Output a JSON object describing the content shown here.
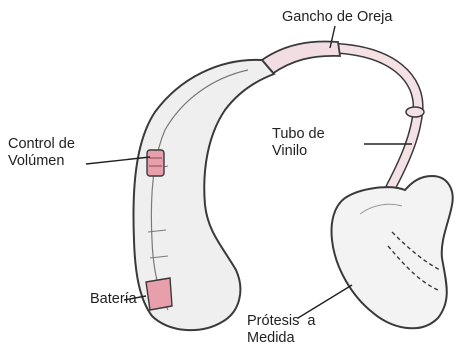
{
  "labels": {
    "ear_hook": "Gancho de Oreja",
    "vinyl_tube": [
      "Tubo de",
      "Vinilo"
    ],
    "volume_control": [
      "Control de",
      "Volúmen"
    ],
    "battery": "Batería",
    "custom_earmold": [
      "Prótesis  a",
      "Medida"
    ]
  },
  "colors": {
    "outline": "#3a3a3a",
    "body_fill": "#efefef",
    "accent_pink": "#e7a0ab",
    "text": "#222222"
  }
}
